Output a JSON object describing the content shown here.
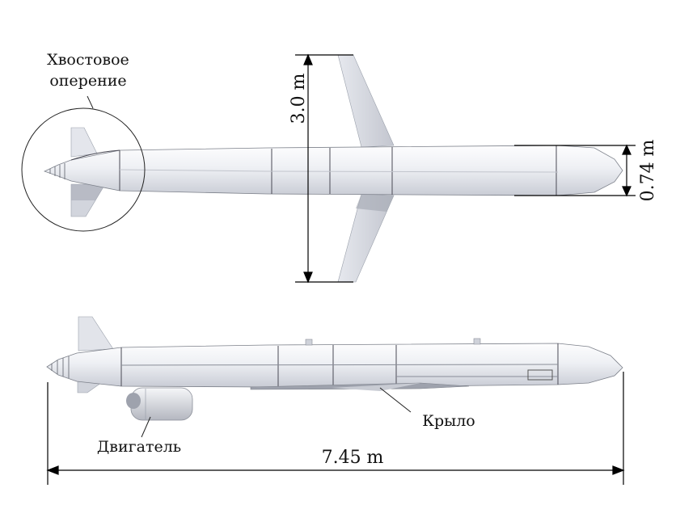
{
  "labels": {
    "tail_line1": "Хвостовое",
    "tail_line2": "оперение",
    "wing": "Крыло",
    "engine": "Двигатель"
  },
  "dimensions": {
    "wingspan": "3.0 m",
    "diameter": "0.74 m",
    "length": "7.45 m"
  },
  "colors": {
    "body_light": "#f4f5f8",
    "body_mid": "#dfe1e7",
    "body_dark": "#b9bcc6",
    "panel_line": "#4a4a55",
    "dim_line": "#000000"
  }
}
